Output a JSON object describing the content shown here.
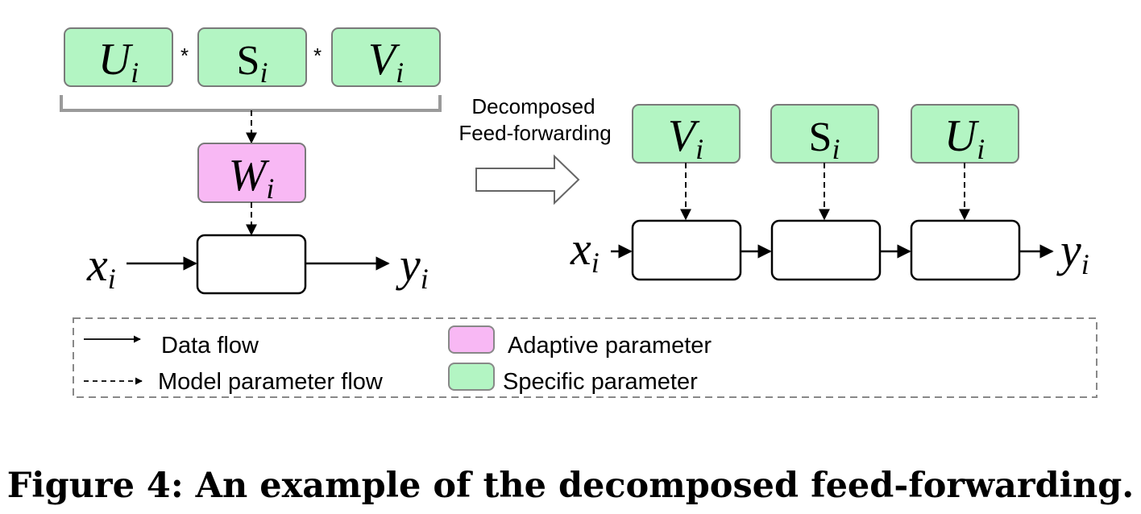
{
  "colors": {
    "specific_fill": "#b3f5c3",
    "adaptive_fill": "#f8b8f4",
    "box_stroke": "#7a7a7a",
    "line": "#000000",
    "bracket": "#9a9a9a"
  },
  "left": {
    "factors": [
      {
        "base": "U",
        "sub": "i",
        "upright": false
      },
      {
        "base": "S",
        "sub": "i",
        "upright": true
      },
      {
        "base": "V",
        "sub": "i",
        "upright": false
      }
    ],
    "operator": "*",
    "weight": {
      "base": "W",
      "sub": "i"
    },
    "input": {
      "base": "x",
      "sub": "i"
    },
    "output": {
      "base": "y",
      "sub": "i"
    }
  },
  "transform_label_line1": "Decomposed",
  "transform_label_line2": "Feed-forwarding",
  "right": {
    "factors": [
      {
        "base": "V",
        "sub": "i",
        "upright": false
      },
      {
        "base": "S",
        "sub": "i",
        "upright": true
      },
      {
        "base": "U",
        "sub": "i",
        "upright": false
      }
    ],
    "input": {
      "base": "x",
      "sub": "i"
    },
    "output": {
      "base": "y",
      "sub": "i"
    }
  },
  "legend": {
    "data_flow": "Data flow",
    "model_flow": "Model parameter flow",
    "adaptive": "Adaptive parameter",
    "specific": "Specific parameter"
  },
  "caption": "Figure 4: An example of the decomposed feed-forwarding."
}
